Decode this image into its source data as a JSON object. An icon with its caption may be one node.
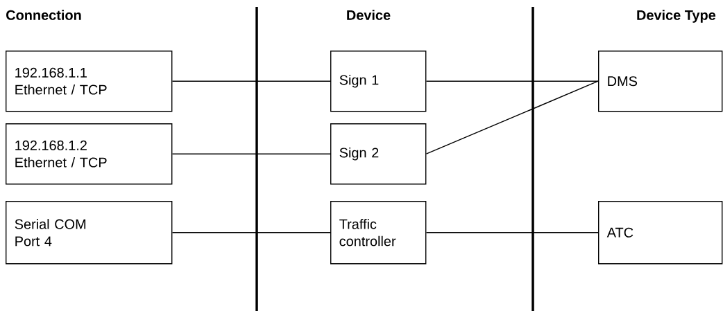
{
  "diagram": {
    "nodes": [
      {
        "text": [
          "192.168.1.1 Ethernet / TCP"
        ]
      },
      {
        "text": [
          "192.168.1.2 Ethernet / TCP"
        ]
      },
      {
        "text": [
          "Serial COM Port 4"
        ]
      },
      {
        "text": [
          "Sign 1"
        ]
      },
      {
        "text": [
          "Sign 2"
        ]
      },
      {
        "text": [
          "Traffic controller"
        ]
      },
      {
        "text": [
          "DMS"
        ]
      },
      {
        "text": [
          "ATC"
        ]
      }
    ],
    "edges": [
      {
        "from": 0,
        "to": 3,
        "arrow": "none"
      },
      {
        "from": 3,
        "to": 6,
        "arrow": "none"
      },
      {
        "from": 1,
        "to": 4,
        "arrow": "none"
      },
      {
        "from": 4,
        "to": 6,
        "arrow": "none"
      },
      {
        "from": 2,
        "to": 5,
        "arrow": "none"
      },
      {
        "from": 5,
        "to": 7,
        "arrow": "none"
      }
    ],
    "labels": [
      "Connection",
      "Device",
      "Device Type"
    ]
  }
}
